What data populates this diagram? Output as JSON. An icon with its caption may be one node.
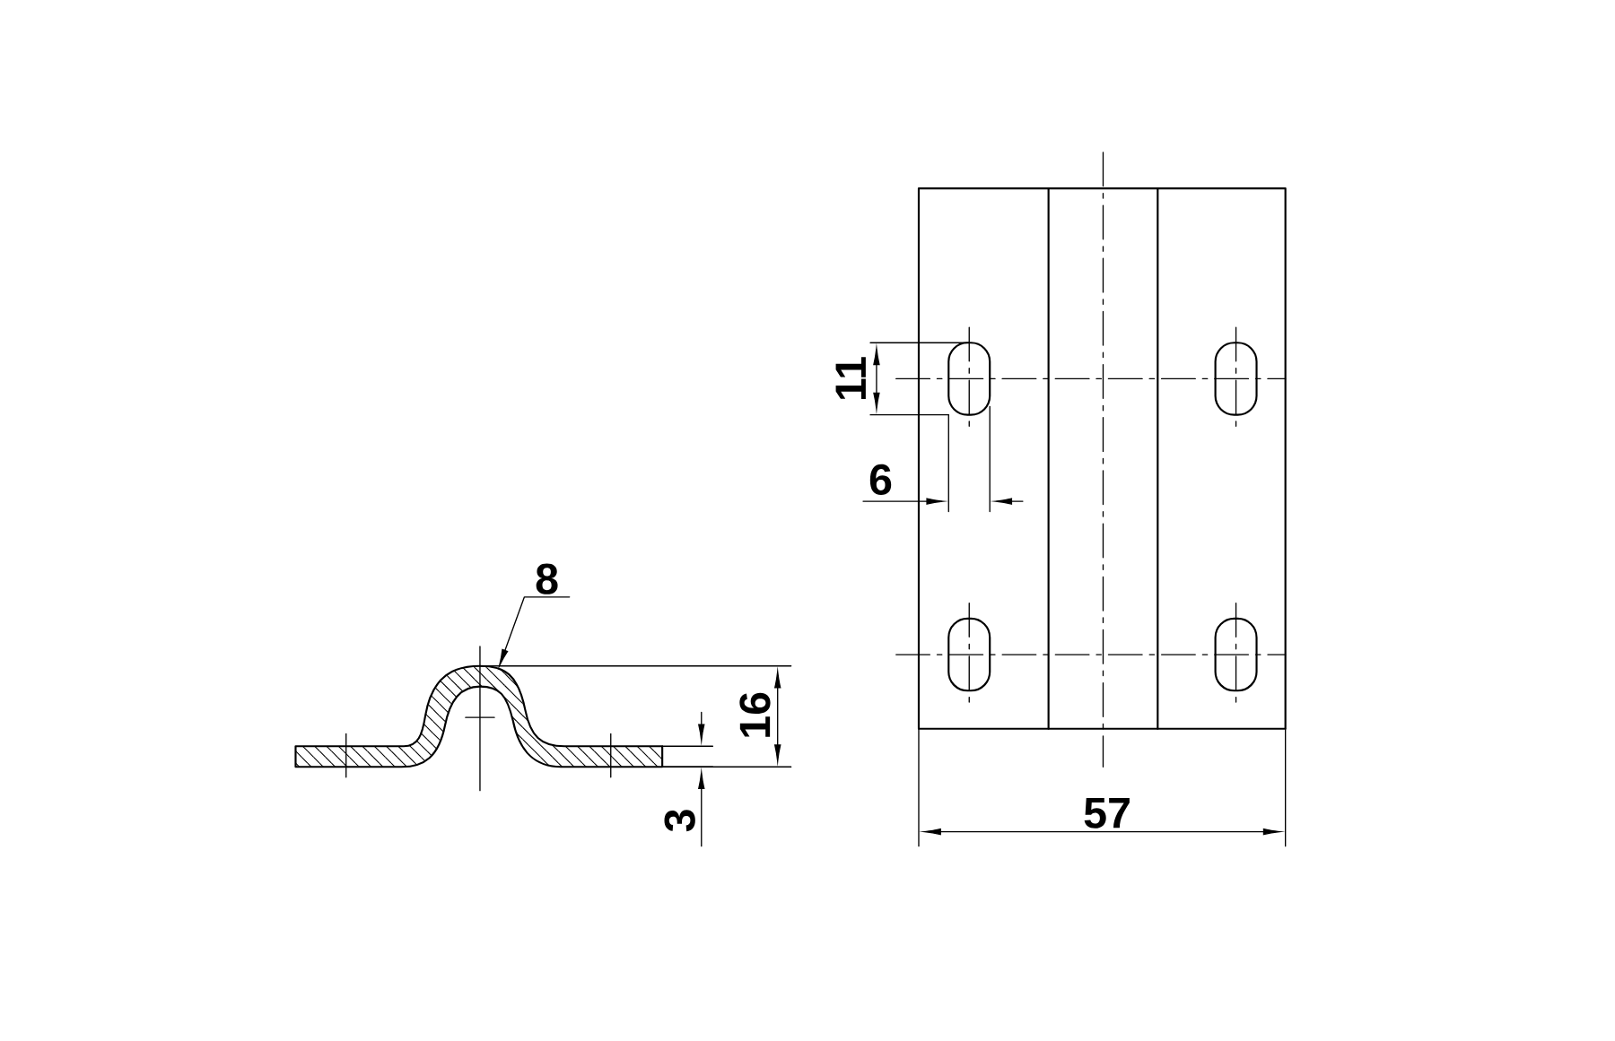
{
  "diagram": {
    "nodes": [
      {
        "text": [
          "8"
        ]
      },
      {
        "text": [],
        "shape": "picture"
      }
    ],
    "edges": [
      {
        "from": 0,
        "to": 1,
        "arrow": "to"
      }
    ],
    "labels": [
      "16",
      "3",
      "11",
      "6",
      "57"
    ]
  }
}
